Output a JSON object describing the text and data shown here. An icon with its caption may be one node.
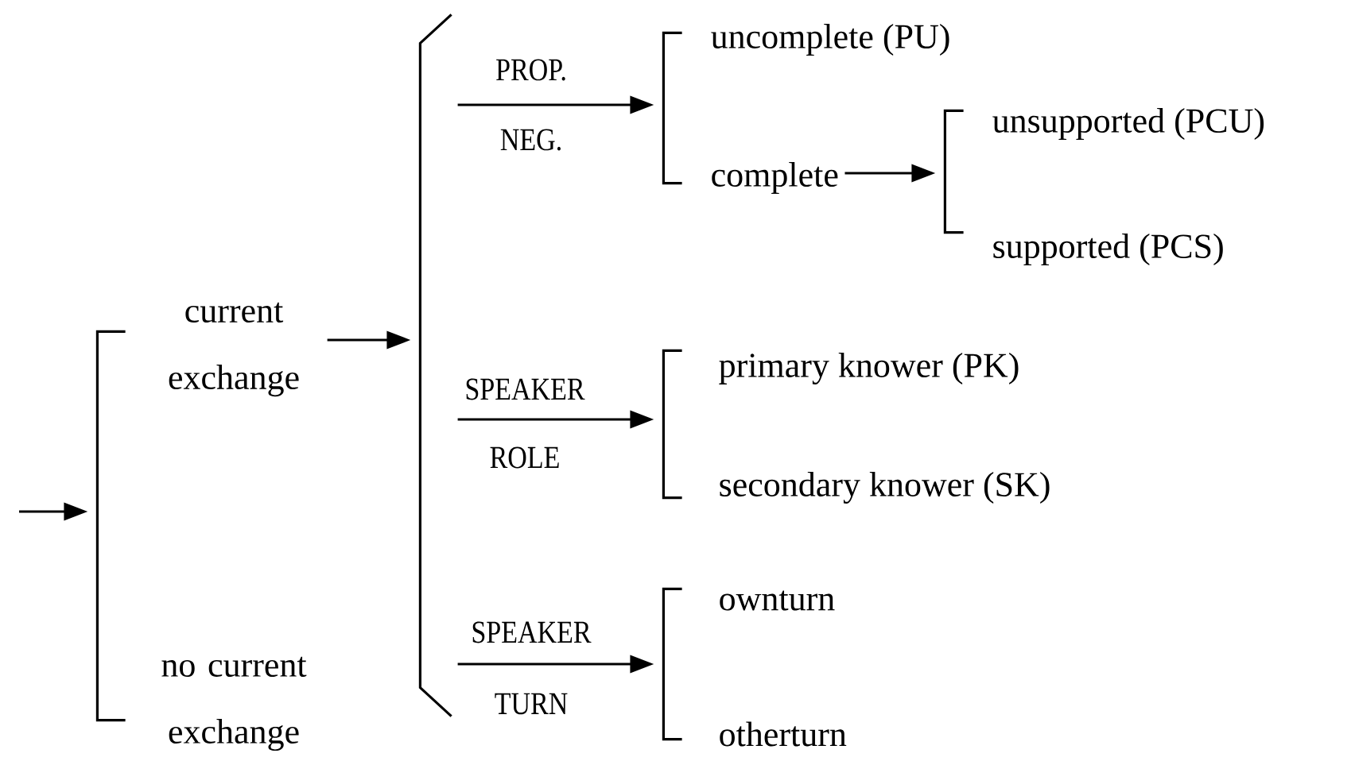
{
  "diagram": {
    "nodes": [
      {
        "text": [],
        "shape": "bracket"
      },
      {
        "text": [
          "current exchange"
        ]
      },
      {
        "text": [
          "no current exchange"
        ]
      },
      {
        "text": [],
        "shape": "brace"
      },
      {
        "text": [],
        "shape": "bracket"
      },
      {
        "text": [
          "uncomplete (PU)"
        ]
      },
      {
        "text": [
          "complete"
        ]
      },
      {
        "text": [],
        "shape": "bracket"
      },
      {
        "text": [
          "unsupported (PCU)"
        ]
      },
      {
        "text": [
          "supported (PCS)"
        ]
      },
      {
        "text": [],
        "shape": "bracket"
      },
      {
        "text": [
          "primary knower (PK)"
        ]
      },
      {
        "text": [
          "secondary knower (SK)"
        ]
      },
      {
        "text": [],
        "shape": "bracket"
      },
      {
        "text": [
          "ownturn"
        ]
      },
      {
        "text": [
          "otherturn"
        ]
      }
    ],
    "edges": [
      {
        "from": null,
        "to": 0,
        "arrow": "to"
      },
      {
        "from": 1,
        "to": 3,
        "arrow": "to"
      },
      {
        "from": 3,
        "to": 4,
        "arrow": "to"
      },
      {
        "from": 6,
        "to": 7,
        "arrow": "to"
      },
      {
        "from": 3,
        "to": 10,
        "arrow": "to"
      },
      {
        "from": 3,
        "to": 13,
        "arrow": "to"
      }
    ],
    "labels": [
      "PROP.",
      "NEG.",
      "SPEAKER",
      "ROLE",
      "SPEAKER",
      "TURN"
    ]
  }
}
